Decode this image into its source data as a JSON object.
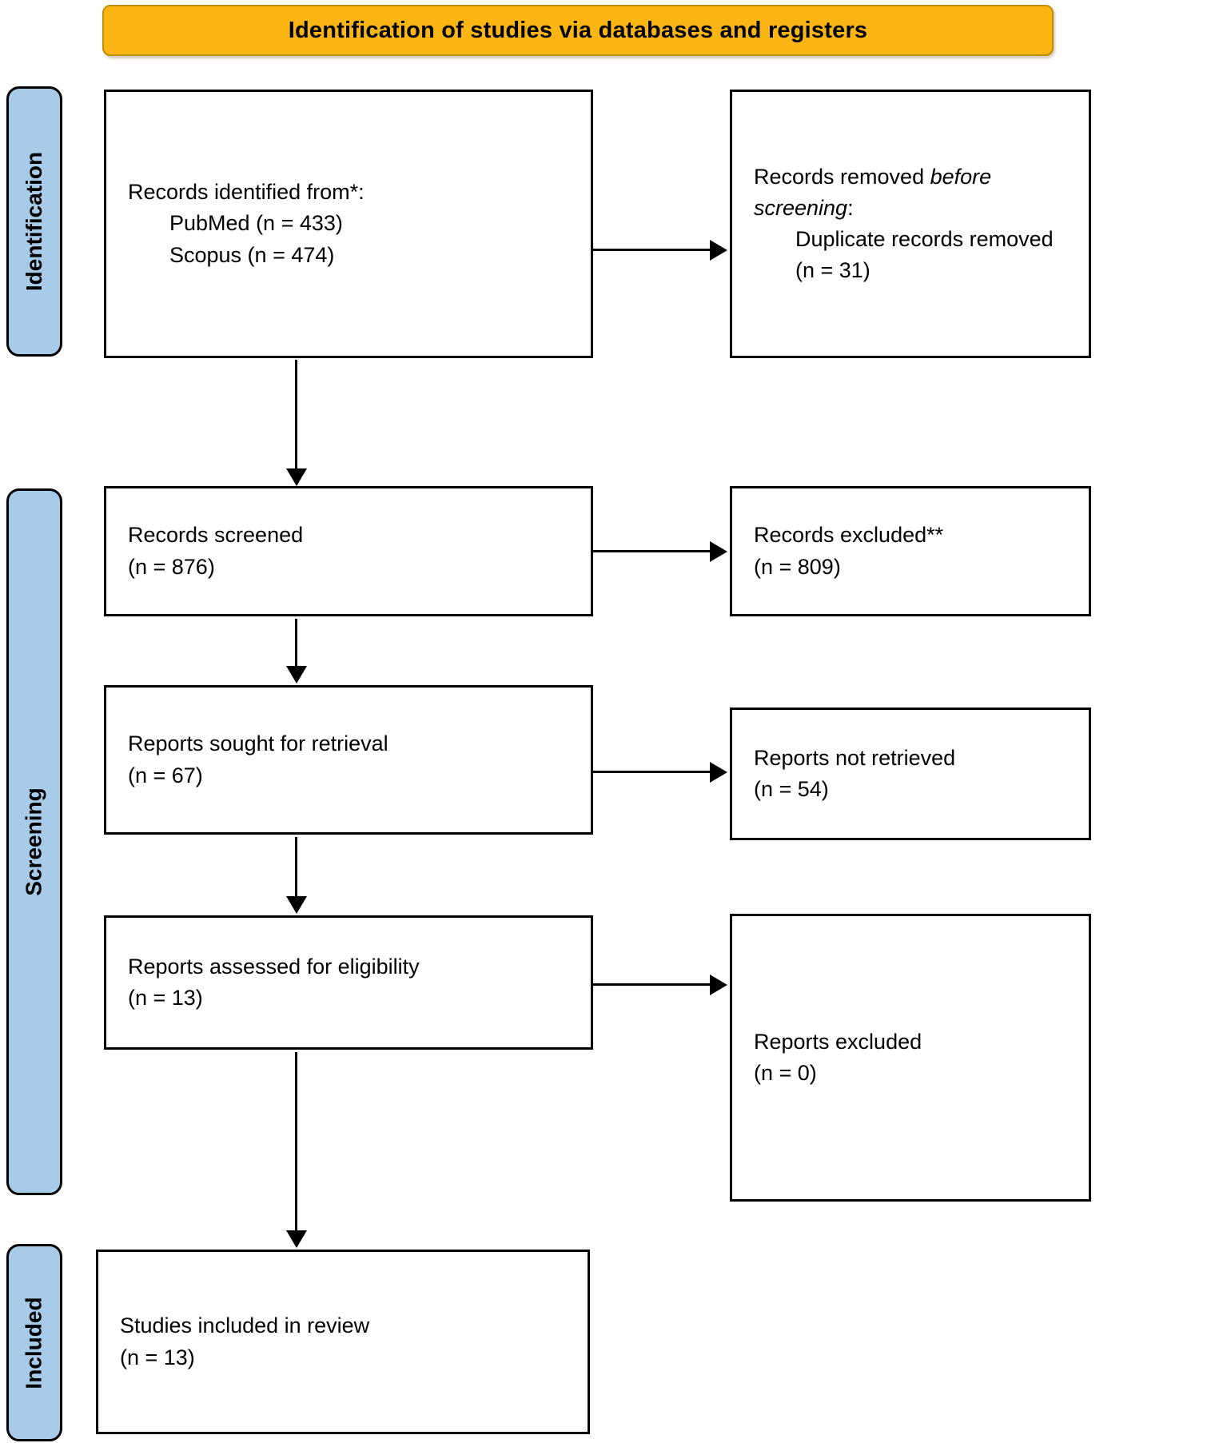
{
  "diagram": {
    "banner": {
      "label": "Identification of studies via databases and registers"
    },
    "colors": {
      "banner_fill": "#FBB614",
      "banner_border": "#BE8F00",
      "stage_fill": "#A9CBEA",
      "box_border": "#000000",
      "arrow": "#000000"
    },
    "stages": [
      {
        "label": "Identification"
      },
      {
        "label": "Screening"
      },
      {
        "label": "Included"
      }
    ],
    "boxes": {
      "identified": {
        "line1": "Records identified from*:",
        "indent_lines": [
          "PubMed (n = 433)",
          "Scopus (n = 474)"
        ]
      },
      "removed": {
        "line1_normal": "Records removed ",
        "line1_italic": "before",
        "line2_italic": "screening",
        "line2_normal": ":",
        "indent_lines": [
          "Duplicate records removed",
          "(n = 31)"
        ]
      },
      "screened": {
        "lines": [
          "Records screened",
          "(n = 876)"
        ]
      },
      "excluded": {
        "lines": [
          "Records excluded**",
          "(n = 809)"
        ]
      },
      "sought": {
        "lines": [
          "Reports sought for retrieval",
          "(n = 67)"
        ]
      },
      "not_retrieved": {
        "lines": [
          "Reports not retrieved",
          "(n = 54)"
        ]
      },
      "assessed": {
        "lines": [
          "Reports assessed for eligibility",
          "(n = 13)"
        ]
      },
      "reports_excluded": {
        "lines": [
          "Reports excluded",
          "(n = 0)"
        ]
      },
      "included_review": {
        "lines": [
          "Studies included in review",
          "(n = 13)"
        ]
      }
    }
  }
}
